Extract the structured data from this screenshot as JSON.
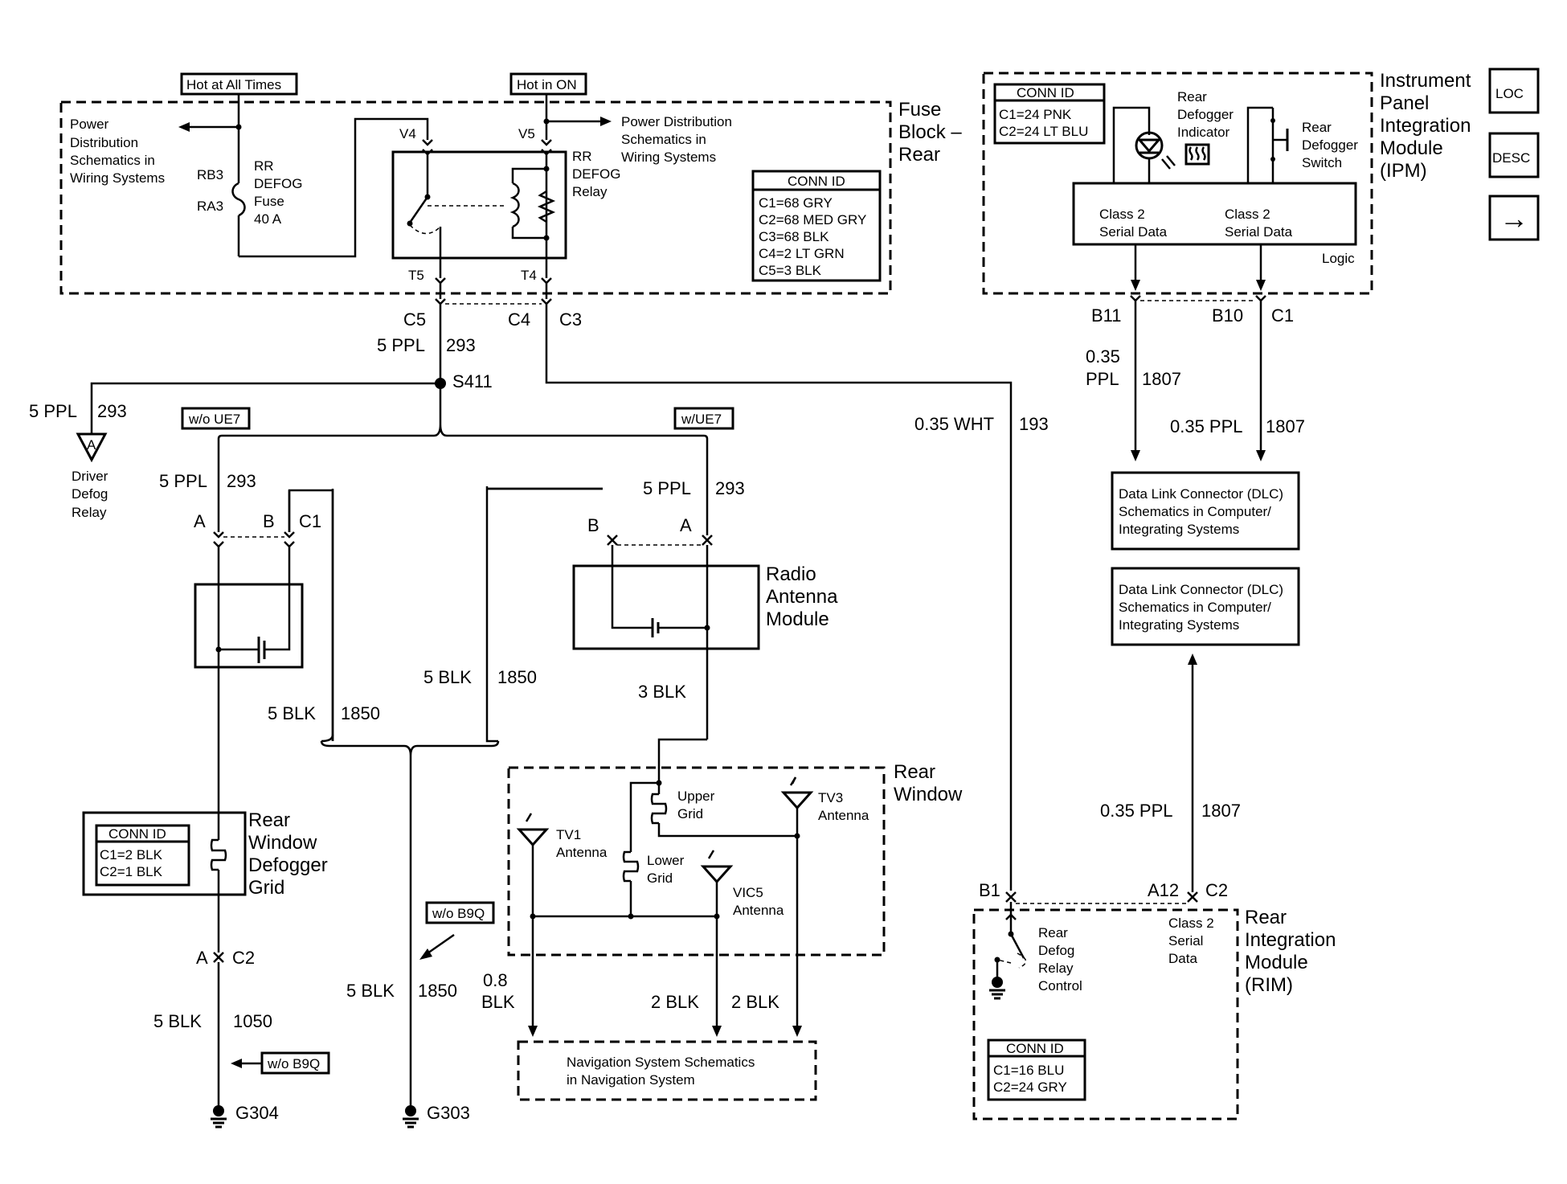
{
  "tags": {
    "hot_all": "Hot at All Times",
    "hot_on": "Hot in ON",
    "wo_ue7": "w/o UE7",
    "w_ue7": "w/UE7",
    "wo_b9q": "w/o B9Q"
  },
  "fuse_block": {
    "title": [
      "Fuse",
      "Block –",
      "Rear"
    ],
    "power_left": [
      "Power",
      "Distribution",
      "Schematics in",
      "Wiring Systems"
    ],
    "power_right": [
      "Power Distribution",
      "Schematics in",
      "Wiring Systems"
    ],
    "fuse_label": [
      "RR",
      "DEFOG",
      "Fuse",
      "40 A"
    ],
    "rb3": "RB3",
    "ra3": "RA3",
    "relay_label": [
      "RR",
      "DEFOG",
      "Relay"
    ],
    "v4": "V4",
    "v5": "V5",
    "t5": "T5",
    "t4": "T4",
    "conn_id": {
      "title": "CONN ID",
      "lines": [
        "C1=68 GRY",
        "C2=68 MED GRY",
        "C3=68 BLK",
        "C4=2 LT GRN",
        "C5=3 BLK"
      ]
    }
  },
  "ipm": {
    "title": [
      "Instrument",
      "Panel",
      "Integration",
      "Module",
      "(IPM)"
    ],
    "conn_id": {
      "title": "CONN ID",
      "lines": [
        "C1=24 PNK",
        "C2=24 LT BLU"
      ]
    },
    "indicator": [
      "Rear",
      "Defogger",
      "Indicator"
    ],
    "switch": [
      "Rear",
      "Defogger",
      "Switch"
    ],
    "serial_left": [
      "Class 2",
      "Serial Data"
    ],
    "serial_right": [
      "Class 2",
      "Serial Data"
    ],
    "logic": "Logic"
  },
  "nav_buttons": {
    "loc": "LOC",
    "desc": "DESC",
    "next": "→"
  },
  "connectors": {
    "c5": "C5",
    "c4": "C4",
    "c3": "C3",
    "b11": "B11",
    "b10": "B10",
    "c1_ipm": "C1",
    "a_left": "A",
    "b_left": "B",
    "c1_left": "C1",
    "b_radio": "B",
    "a_radio": "A",
    "a_grid": "A",
    "c2_grid": "C2",
    "b1_rim": "B1",
    "a12_rim": "A12",
    "c2_rim": "C2"
  },
  "wires": {
    "w_5ppl_293": "5 PPL",
    "c_293": "293",
    "s411": "S411",
    "w_5ppl_left": "5 PPL",
    "c_293_left": "293",
    "w_5ppl_grid": "5 PPL",
    "c_293_grid": "293",
    "w_5ppl_radio": "5 PPL",
    "c_293_radio": "293",
    "w_035_wht": "0.35 WHT",
    "c_193": "193",
    "w_035_ppl_a": "0.35",
    "w_035_ppl_b": "PPL",
    "c_1807_a": "1807",
    "w_035_ppl_2": "0.35 PPL",
    "c_1807_b": "1807",
    "w_035_ppl_3": "0.35 PPL",
    "c_1807_c": "1807",
    "w_5blk_a": "5 BLK",
    "c_1850_a": "1850",
    "w_5blk_b": "5 BLK",
    "c_1850_b": "1850",
    "w_3blk": "3 BLK",
    "w_5blk_c": "5 BLK",
    "c_1850_c": "1850",
    "w_5blk_d": "5 BLK",
    "c_1050": "1050",
    "w_08": "0.8",
    "w_08_blk": "BLK",
    "w_2blk_a": "2 BLK",
    "w_2blk_b": "2 BLK"
  },
  "driver_relay": {
    "symbol": "A",
    "label": [
      "Driver",
      "Defog",
      "Relay"
    ]
  },
  "radio_module": [
    "Radio",
    "Antenna",
    "Module"
  ],
  "grid": {
    "title": [
      "Rear",
      "Window",
      "Defogger",
      "Grid"
    ],
    "conn_id": {
      "title": "CONN ID",
      "lines": [
        "C1=2 BLK",
        "C2=1 BLK"
      ]
    }
  },
  "rear_window": {
    "title": [
      "Rear",
      "Window"
    ],
    "upper_grid": [
      "Upper",
      "Grid"
    ],
    "lower_grid": [
      "Lower",
      "Grid"
    ],
    "tv1": [
      "TV1",
      "Antenna"
    ],
    "tv3": [
      "TV3",
      "Antenna"
    ],
    "vic5": [
      "VIC5",
      "Antenna"
    ]
  },
  "nav_system": [
    "Navigation System Schematics",
    "in Navigation System"
  ],
  "dlc_top": [
    "Data Link Connector (DLC)",
    "Schematics in Computer/",
    "Integrating Systems"
  ],
  "dlc_bottom": [
    "Data Link Connector (DLC)",
    "Schematics in Computer/",
    "Integrating Systems"
  ],
  "rim": {
    "title": [
      "Rear",
      "Integration",
      "Module",
      "(RIM)"
    ],
    "relay_ctrl": [
      "Rear",
      "Defog",
      "Relay",
      "Control"
    ],
    "serial": [
      "Class 2",
      "Serial",
      "Data"
    ],
    "conn_id": {
      "title": "CONN ID",
      "lines": [
        "C1=16 BLU",
        "C2=24 GRY"
      ]
    }
  },
  "grounds": {
    "g304": "G304",
    "g303": "G303"
  }
}
